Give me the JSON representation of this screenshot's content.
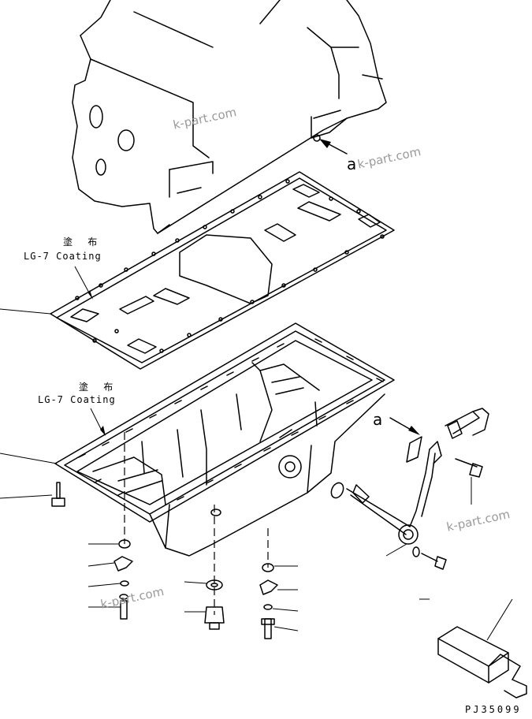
{
  "notes": {
    "upper_cjk": "塗 布",
    "upper_text": "LG-7 Coating",
    "lower_cjk": "塗 布",
    "lower_text": "LG-7 Coating"
  },
  "refs": {
    "upper": "a",
    "lower": "a"
  },
  "watermarks": [
    "k-part.com",
    "k-part.com",
    "k-part.com",
    "k-part.com"
  ],
  "drawing_code": "PJ35099",
  "icons": {
    "engine_block": "engine-block-icon",
    "gasket": "oil-pan-gasket-icon",
    "oil_pan": "oil-pan-icon",
    "tool": "installation-tool-icon",
    "sensor": "oil-level-sensor-icon"
  }
}
